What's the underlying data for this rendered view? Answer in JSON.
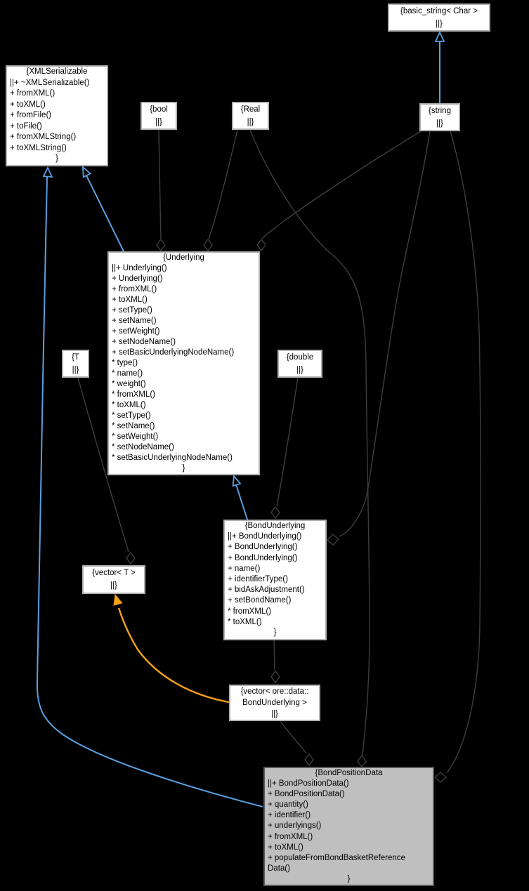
{
  "diagram": {
    "kind": "uml-collaboration-graph",
    "background_color": "#000000",
    "colors": {
      "node_fill": "#ffffff",
      "node_border": "#b0b0b0",
      "highlight_node_fill": "#bfbfbf",
      "highlight_node_border": "#5a5a5a",
      "text": "#000000",
      "aggregation_edge": "#3e3e3e",
      "inheritance_edge": "#5a9fe0",
      "template_edge": "#f7a118"
    }
  },
  "nodes": {
    "xmlserializable": {
      "lines": [
        "{XMLSerializable",
        "||+ ~XMLSerializable()",
        "+ fromXML()",
        "+ toXML()",
        "+ fromFile()",
        "+ toFile()",
        "+ fromXMLString()",
        "+ toXMLString()",
        "}"
      ]
    },
    "basicstring": {
      "lines": [
        "{basic_string< Char >",
        "||}"
      ]
    },
    "bool": {
      "lines": [
        "{bool",
        "||}"
      ]
    },
    "real": {
      "lines": [
        "{Real",
        "||}"
      ]
    },
    "string": {
      "lines": [
        "{string",
        "||}"
      ]
    },
    "underlying": {
      "lines": [
        "{Underlying",
        "||+ Underlying()",
        "+ Underlying()",
        "+ fromXML()",
        "+ toXML()",
        "+ setType()",
        "+ setName()",
        "+ setWeight()",
        "+ setNodeName()",
        "+ setBasicUnderlyingNodeName()",
        "* type()",
        "* name()",
        "* weight()",
        "* fromXML()",
        "* toXML()",
        "* setType()",
        "* setName()",
        "* setWeight()",
        "* setNodeName()",
        "* setBasicUnderlyingNodeName()",
        "}"
      ]
    },
    "t": {
      "lines": [
        "{T",
        "||}"
      ]
    },
    "double": {
      "lines": [
        "{double",
        "||}"
      ]
    },
    "bondunderlying": {
      "lines": [
        "{BondUnderlying",
        "||+ BondUnderlying()",
        "+ BondUnderlying()",
        "+ BondUnderlying()",
        "+ name()",
        "+ identifierType()",
        "+ bidAskAdjustment()",
        "+ setBondName()",
        "* fromXML()",
        "* toXML()",
        "}"
      ]
    },
    "vectort": {
      "lines": [
        "{vector< T >",
        "||}"
      ]
    },
    "vectorbond": {
      "lines": [
        "{vector< ore::data::",
        "BondUnderlying >",
        "||}"
      ]
    },
    "bondpositiondata": {
      "lines": [
        "{BondPositionData",
        "||+ BondPositionData()",
        "+ BondPositionData()",
        "+ quantity()",
        "+ identifier()",
        "+ underlyings()",
        "+ fromXML()",
        "+ toXML()",
        "+ populateFromBondBasketReference",
        "Data()",
        "}"
      ]
    }
  },
  "edges": [
    {
      "from": "string",
      "to": "basic_string< Char >",
      "type": "inheritance"
    },
    {
      "from": "Underlying",
      "to": "XMLSerializable",
      "type": "inheritance"
    },
    {
      "from": "BondPositionData",
      "to": "XMLSerializable",
      "type": "inheritance"
    },
    {
      "from": "BondUnderlying",
      "to": "Underlying",
      "type": "inheritance"
    },
    {
      "from": "vector< ore::data::BondUnderlying >",
      "to": "vector< T >",
      "type": "template-instantiation"
    },
    {
      "from": "bool",
      "to": "Underlying",
      "type": "aggregation"
    },
    {
      "from": "Real",
      "to": "Underlying",
      "type": "aggregation"
    },
    {
      "from": "string",
      "to": "Underlying",
      "type": "aggregation"
    },
    {
      "from": "double",
      "to": "BondUnderlying",
      "type": "aggregation"
    },
    {
      "from": "string",
      "to": "BondUnderlying",
      "type": "aggregation"
    },
    {
      "from": "Real",
      "to": "BondPositionData",
      "type": "aggregation"
    },
    {
      "from": "string",
      "to": "BondPositionData",
      "type": "aggregation"
    },
    {
      "from": "T",
      "to": "vector< T >",
      "type": "aggregation"
    },
    {
      "from": "BondUnderlying",
      "to": "vector< ore::data::BondUnderlying >",
      "type": "aggregation"
    },
    {
      "from": "vector< ore::data::BondUnderlying >",
      "to": "BondPositionData",
      "type": "aggregation"
    }
  ]
}
